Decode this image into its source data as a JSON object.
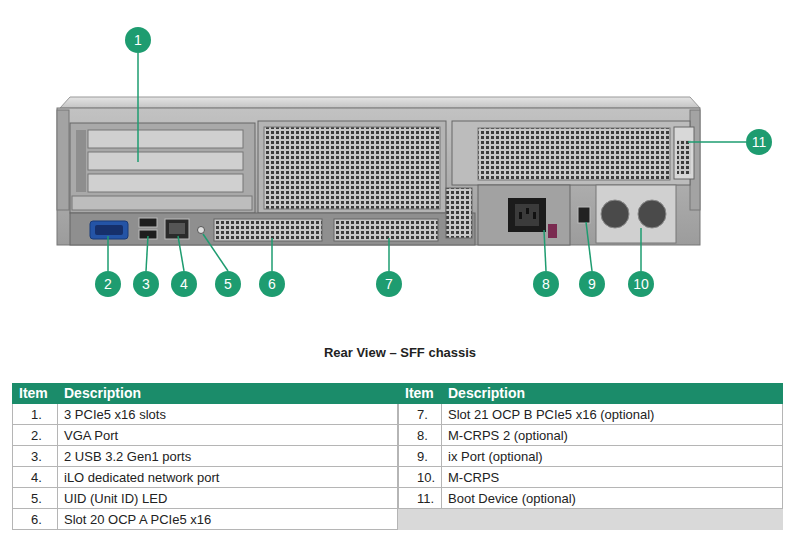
{
  "diagram": {
    "title": "Rear View – SFF chassis",
    "nodes": [
      {
        "text": [
          "1"
        ]
      },
      {
        "text": [
          "2"
        ]
      },
      {
        "text": [
          "3"
        ]
      },
      {
        "text": [
          "4"
        ]
      },
      {
        "text": [
          "5"
        ]
      },
      {
        "text": [
          "6"
        ]
      },
      {
        "text": [
          "7"
        ]
      },
      {
        "text": [
          "8"
        ]
      },
      {
        "text": [
          "9"
        ]
      },
      {
        "text": [
          "10"
        ]
      },
      {
        "text": [
          "11"
        ]
      }
    ],
    "labels": [
      "Item",
      "Description",
      "Item",
      "Description",
      "1.",
      "3 PCIe5 x16 slots",
      "7.",
      "Slot 21 OCP B PCIe5 x16 (optional)",
      "2.",
      "VGA Port",
      "8.",
      "M-CRPS 2 (optional)",
      "3.",
      "2 USB 3.2 Gen1 ports",
      "9.",
      "ix Port (optional)",
      "4.",
      "iLO dedicated network port",
      "10.",
      "M-CRPS",
      "5.",
      "UID (Unit ID) LED",
      "11.",
      "Boot Device (optional)",
      "6.",
      "Slot 20 OCP A PCIe5 x16"
    ]
  }
}
